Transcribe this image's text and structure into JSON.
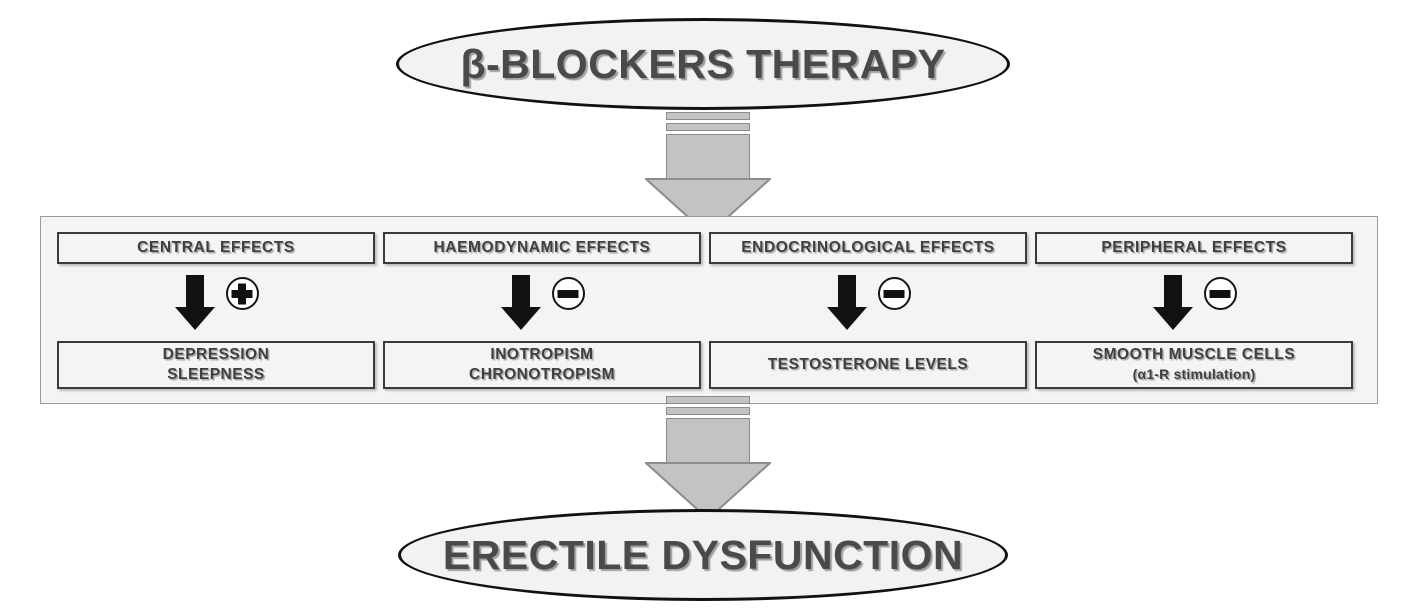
{
  "diagram": {
    "title_node": {
      "label": "β-BLOCKERS THERAPY",
      "shape": "ellipse"
    },
    "outcome_node": {
      "label": "ERECTILE DYSFUNCTION",
      "shape": "ellipse"
    },
    "connector_top": {
      "icon": "block-arrow-down-icon",
      "direction": "down"
    },
    "connector_bottom": {
      "icon": "block-arrow-down-icon",
      "direction": "down"
    },
    "columns": [
      {
        "header": "CENTRAL EFFECTS",
        "arrow": "down-arrow-icon",
        "sign": "+",
        "sign_icon": "circled-plus-icon",
        "result_line1": "DEPRESSION",
        "result_line2": "SLEEPNESS",
        "result_sub": ""
      },
      {
        "header": "HAEMODYNAMIC  EFFECTS",
        "arrow": "down-arrow-icon",
        "sign": "−",
        "sign_icon": "circled-minus-icon",
        "result_line1": "INOTROPISM",
        "result_line2": "CHRONOTROPISM",
        "result_sub": ""
      },
      {
        "header": "ENDOCRINOLOGICAL  EFFECTS",
        "arrow": "down-arrow-icon",
        "sign": "−",
        "sign_icon": "circled-minus-icon",
        "result_line1": "TESTOSTERONE LEVELS",
        "result_line2": "",
        "result_sub": ""
      },
      {
        "header": "PERIPHERAL EFFECTS",
        "arrow": "down-arrow-icon",
        "sign": "−",
        "sign_icon": "circled-minus-icon",
        "result_line1": "SMOOTH MUSCLE CELLS",
        "result_line2": "",
        "result_sub": "(α1-R stimulation)"
      }
    ],
    "colors": {
      "background": "#ffffff",
      "panel_fill": "#f4f4f4",
      "panel_border": "#9a9a9a",
      "box_border": "#3a3a3a",
      "text": "#3f3f3f",
      "block_arrow_fill": "#c3c3c3",
      "block_arrow_border": "#8c8c8c",
      "icon_black": "#111111"
    }
  }
}
